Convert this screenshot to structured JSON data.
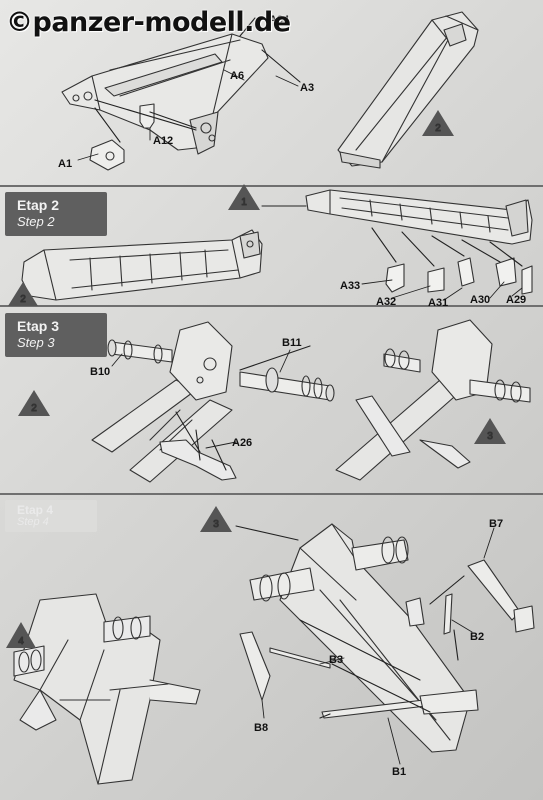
{
  "watermark": "©panzer-modell.de",
  "steps": [
    {
      "title": "Etap 2",
      "subtitle": "Step 2"
    },
    {
      "title": "Etap 3",
      "subtitle": "Step 3"
    },
    {
      "title": "Etap 4",
      "subtitle": "Step 4"
    }
  ],
  "parts": {
    "a34": "A34",
    "a6": "A6",
    "a3": "A3",
    "a12": "A12",
    "a1": "A1",
    "a33": "A33",
    "a32": "A32",
    "a31": "A31",
    "a30": "A30",
    "a29": "A29",
    "b10": "B10",
    "b11": "B11",
    "a26": "A26",
    "b7": "B7",
    "b2": "B2",
    "b3": "B3",
    "b8": "B8",
    "b1": "B1"
  },
  "markers": {
    "s1_result": "2",
    "s2_ref": "1",
    "s2_result": "2",
    "s3_ref": "2",
    "s3_result": "3",
    "s4_ref": "3",
    "s4_result": "4"
  },
  "colors": {
    "step_box": "#5f5f5f",
    "marker": "#555555",
    "paper": "#dcdcda"
  }
}
